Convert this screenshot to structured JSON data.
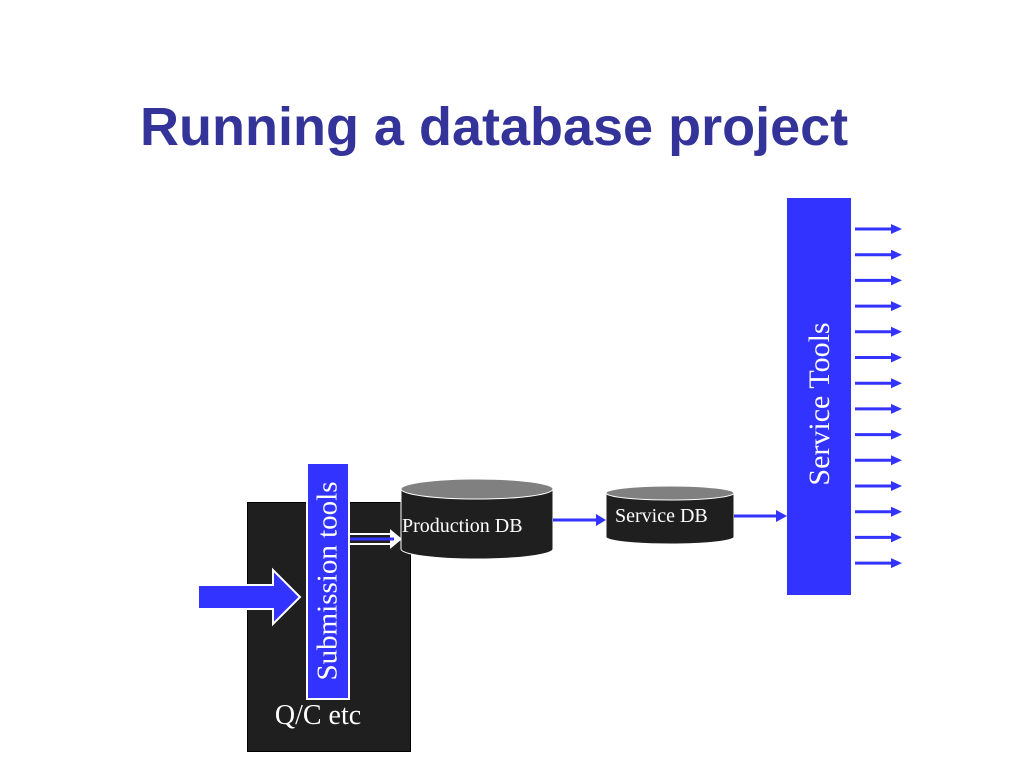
{
  "slide": {
    "title": "Running a database project"
  },
  "diagram": {
    "qc": {
      "label": "Q/C etc"
    },
    "submission_tools": {
      "label": "Submission tools"
    },
    "production_db": {
      "label": "Production DB"
    },
    "service_db": {
      "label": "Service DB"
    },
    "service_tools": {
      "label": "Service Tools",
      "output_arrow_count": 14
    }
  },
  "colors": {
    "title": "#333399",
    "accent_blue": "#3333ff",
    "dark_box": "#1f1f1f",
    "db_top": "#808080"
  }
}
